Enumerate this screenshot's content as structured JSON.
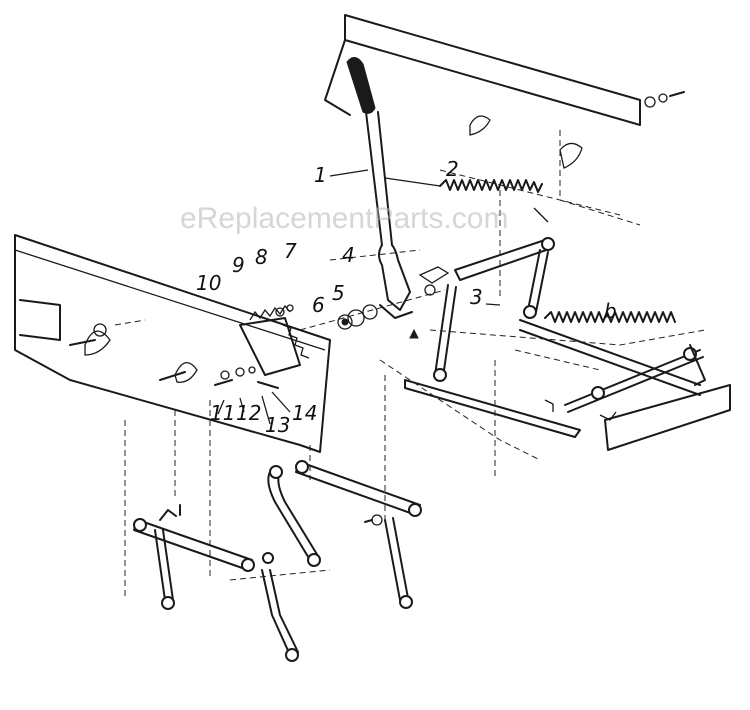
{
  "watermark": "eReplacementParts.com",
  "callouts": {
    "c1": "1",
    "c2": "2",
    "c3": "3",
    "c4": "4",
    "c5": "5",
    "c6": "6",
    "c7": "7",
    "c8": "8",
    "c9": "9",
    "c10": "10",
    "c11": "11",
    "c12": "12",
    "c13": "13",
    "c14": "14",
    "cb": "b"
  },
  "colors": {
    "ink": "#1a1a1a",
    "watermark": "#b5b5b5",
    "background": "#ffffff"
  }
}
